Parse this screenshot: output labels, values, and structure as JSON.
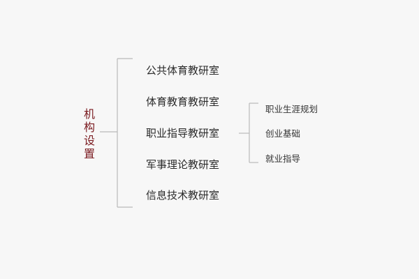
{
  "root": {
    "label_chars": [
      "机",
      "构",
      "设",
      "置"
    ],
    "color": "#7a1a1f"
  },
  "departments": [
    {
      "label": "公共体育教研室"
    },
    {
      "label": "体育教育教研室"
    },
    {
      "label": "职业指导教研室"
    },
    {
      "label": "军事理论教研室"
    },
    {
      "label": "信息技术教研室"
    }
  ],
  "sub_units": [
    {
      "label": "职业生涯规划"
    },
    {
      "label": "创业基础"
    },
    {
      "label": "就业指导"
    }
  ],
  "colors": {
    "text": "#2b2b2b",
    "connector": "#b9b9b9",
    "background": "#f7f7f7"
  }
}
